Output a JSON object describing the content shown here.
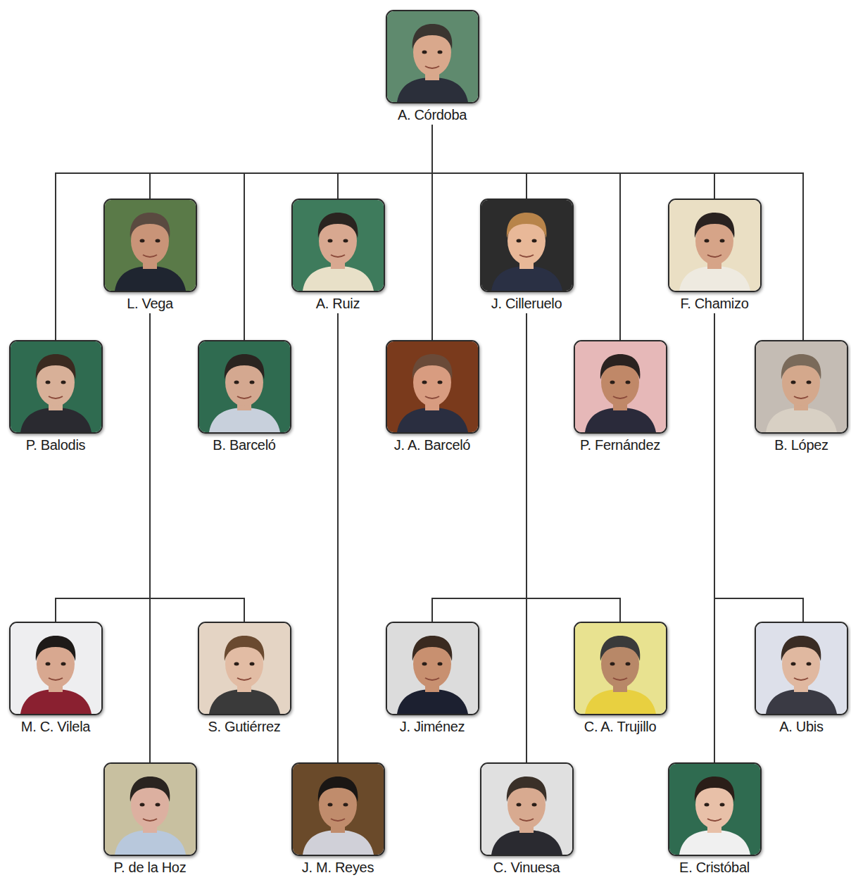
{
  "diagram": {
    "nodes": [
      {
        "text": [
          "A. Córdoba"
        ]
      },
      {
        "text": [
          "L. Vega"
        ]
      },
      {
        "text": [
          "A. Ruiz"
        ]
      },
      {
        "text": [
          "J. Cilleruelo"
        ]
      },
      {
        "text": [
          "F. Chamizo"
        ]
      },
      {
        "text": [
          "P. Balodis"
        ]
      },
      {
        "text": [
          "B. Barceló"
        ]
      },
      {
        "text": [
          "J. A. Barceló"
        ]
      },
      {
        "text": [
          "P. Fernández"
        ]
      },
      {
        "text": [
          "B. López"
        ]
      },
      {
        "text": [
          "M. C. Vilela"
        ]
      },
      {
        "text": [
          "S. Gutiérrez"
        ]
      },
      {
        "text": [
          "J. Jiménez"
        ]
      },
      {
        "text": [
          "C. A. Trujillo"
        ]
      },
      {
        "text": [
          "A. Ubis"
        ]
      },
      {
        "text": [
          "P. de la Hoz"
        ]
      },
      {
        "text": [
          "J. M. Reyes"
        ]
      },
      {
        "text": [
          "C. Vinuesa"
        ]
      },
      {
        "text": [
          "E. Cristóbal"
        ]
      }
    ],
    "edges": [
      {
        "from": 0,
        "to": 5,
        "arrow": "none"
      },
      {
        "from": 0,
        "to": 1,
        "arrow": "none"
      },
      {
        "from": 0,
        "to": 6,
        "arrow": "none"
      },
      {
        "from": 0,
        "to": 2,
        "arrow": "none"
      },
      {
        "from": 0,
        "to": 7,
        "arrow": "none"
      },
      {
        "from": 0,
        "to": 3,
        "arrow": "none"
      },
      {
        "from": 0,
        "to": 8,
        "arrow": "none"
      },
      {
        "from": 0,
        "to": 4,
        "arrow": "none"
      },
      {
        "from": 0,
        "to": 9,
        "arrow": "none"
      },
      {
        "from": 1,
        "to": 10,
        "arrow": "none"
      },
      {
        "from": 1,
        "to": 11,
        "arrow": "none"
      },
      {
        "from": 1,
        "to": 15,
        "arrow": "none"
      },
      {
        "from": 2,
        "to": 16,
        "arrow": "none"
      },
      {
        "from": 3,
        "to": 12,
        "arrow": "none"
      },
      {
        "from": 3,
        "to": 13,
        "arrow": "none"
      },
      {
        "from": 3,
        "to": 17,
        "arrow": "none"
      },
      {
        "from": 4,
        "to": 14,
        "arrow": "none"
      },
      {
        "from": 4,
        "to": 18,
        "arrow": "none"
      }
    ]
  }
}
